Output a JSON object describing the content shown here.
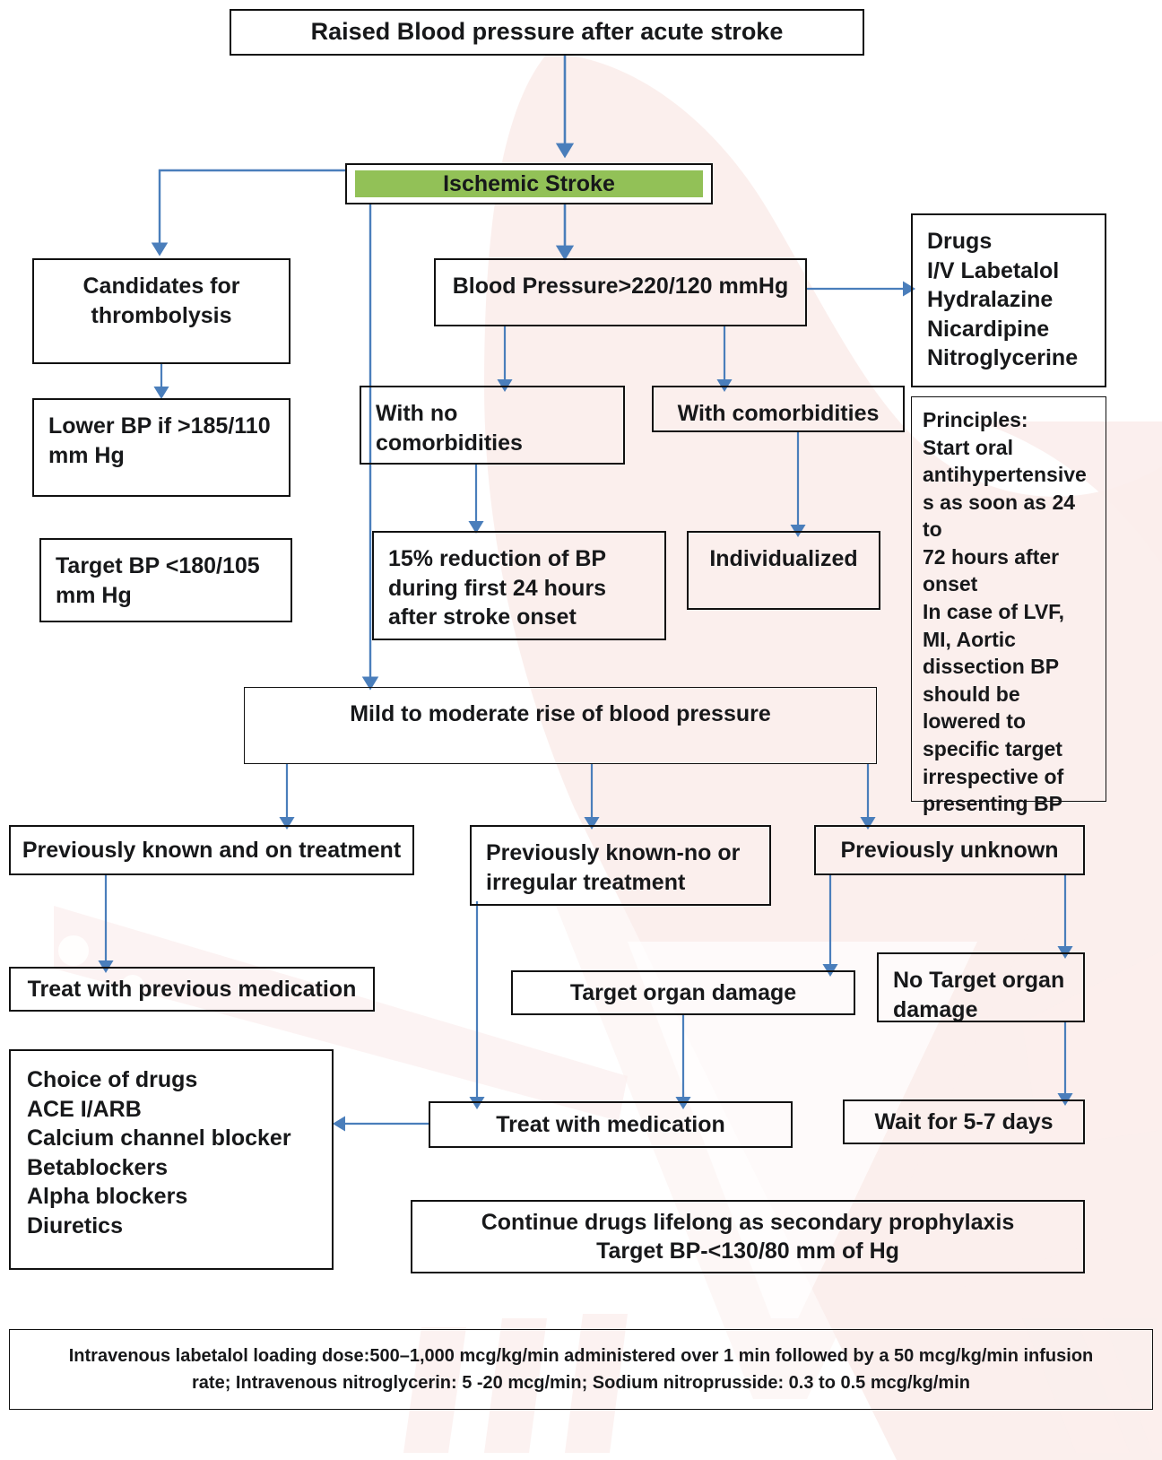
{
  "chart_data": {
    "type": "diagram",
    "title": "Raised Blood pressure after acute stroke",
    "subtype": "clinical-management-flowchart"
  },
  "theme": {
    "accent_green": "#92c157",
    "connector_blue": "#4a7ebb",
    "border_black": "#111111",
    "watermark_pink": "#fbeeec",
    "page_background": "#ffffff"
  },
  "nodes": {
    "title": {
      "label": "Raised Blood pressure after acute stroke"
    },
    "ischemic_stroke": {
      "label": "Ischemic Stroke"
    },
    "candidates_thrombolysis": {
      "label": "Candidates for\nthrombolysis"
    },
    "lower_bp": {
      "label": "Lower BP if >185/110\nmm Hg"
    },
    "target_bp_180": {
      "label": "Target BP <180/105\nmm Hg"
    },
    "bp_220_120": {
      "label": "Blood Pressure>220/120 mmHg"
    },
    "no_comorbidities": {
      "label": "With no comorbidities"
    },
    "with_comorbidities": {
      "label": "With comorbidities"
    },
    "reduction_15": {
      "label": "15% reduction of BP\nduring first 24 hours\nafter stroke onset"
    },
    "individualized": {
      "label": "Individualized"
    },
    "drugs": {
      "label": "Drugs\nI/V Labetalol\nHydralazine\nNicardipine\nNitroglycerine"
    },
    "principles": {
      "label": "Principles:\nStart oral\nantihypertensive\ns as soon as 24 to\n72 hours after\nonset\nIn case of LVF,\nMI, Aortic\ndissection BP\nshould be\nlowered to\nspecific target\nirrespective of\npresenting BP"
    },
    "mild_moderate": {
      "label": "Mild to moderate rise of blood pressure"
    },
    "prev_known_on_treatment": {
      "label": "Previously known and on treatment"
    },
    "prev_known_no_irregular": {
      "label": "Previously known-no or\nirregular treatment"
    },
    "prev_unknown": {
      "label": "Previously unknown"
    },
    "treat_previous_medication": {
      "label": "Treat with previous medication"
    },
    "target_organ_damage": {
      "label": "Target organ damage"
    },
    "no_target_organ_damage": {
      "label": "No Target organ\ndamage"
    },
    "choice_of_drugs": {
      "label": "Choice of drugs\nACE I/ARB\nCalcium channel blocker\nBetablockers\nAlpha blockers\nDiuretics"
    },
    "treat_with_medication": {
      "label": "Treat with medication"
    },
    "wait_5_7_days": {
      "label": "Wait for 5-7 days"
    },
    "continue_drugs": {
      "label": "Continue drugs lifelong as secondary prophylaxis\nTarget BP-<130/80 mm of Hg"
    },
    "footnote": {
      "label": "Intravenous labetalol loading dose:500–1,000 mcg/kg/min administered over 1 min followed by a 50 mcg/kg/min infusion\nrate; Intravenous nitroglycerin: 5 -20 mcg/min; Sodium nitroprusside: 0.3 to 0.5 mcg/kg/min"
    }
  }
}
